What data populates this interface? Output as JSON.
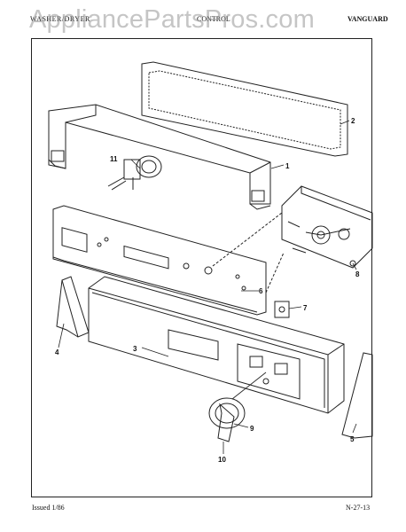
{
  "header": {
    "left": "WASHER/DRYER",
    "middle": "CONTROL",
    "right": "VANGUARD"
  },
  "watermark": "AppliancePartsPros.com",
  "footer": {
    "issued": "Issued 1/86",
    "page": "N-27-13"
  },
  "callouts": [
    "1",
    "2",
    "3",
    "4",
    "5",
    "6",
    "7",
    "8",
    "9",
    "10",
    "11"
  ],
  "colors": {
    "line": "#222222",
    "watermark": "#969696"
  }
}
